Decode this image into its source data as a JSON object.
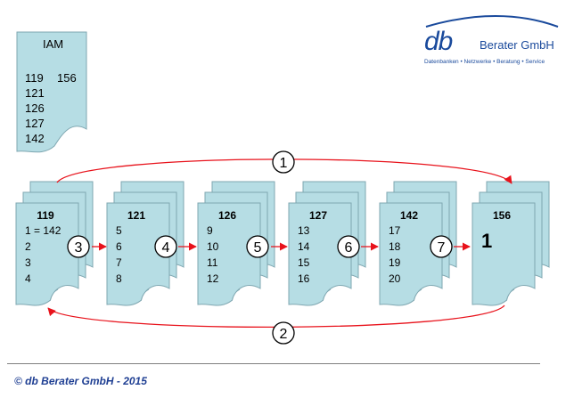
{
  "logo": {
    "mark": "db",
    "name": "Berater GmbH",
    "tagline": "Datenbanken • Netzwerke • Beratung • Service",
    "brand_color": "#1a4a9c"
  },
  "iam": {
    "title": "IAM",
    "entries": [
      "119",
      "121",
      "126",
      "127",
      "142"
    ],
    "extra": "156"
  },
  "pages": [
    {
      "id": "119",
      "rows": [
        "1 = 142",
        "2",
        "3",
        "4"
      ]
    },
    {
      "id": "121",
      "rows": [
        "5",
        "6",
        "7",
        "8"
      ]
    },
    {
      "id": "126",
      "rows": [
        "9",
        "10",
        "11",
        "12"
      ]
    },
    {
      "id": "127",
      "rows": [
        "13",
        "14",
        "15",
        "16"
      ]
    },
    {
      "id": "142",
      "rows": [
        "17",
        "18",
        "19",
        "20"
      ]
    },
    {
      "id": "156",
      "rows": [],
      "big": "1"
    }
  ],
  "steps": [
    "1",
    "2",
    "3",
    "4",
    "5",
    "6",
    "7"
  ],
  "colors": {
    "page_fill": "#b6dde4",
    "arrow": "#e8121b"
  },
  "footer": "© db Berater GmbH - 2015"
}
